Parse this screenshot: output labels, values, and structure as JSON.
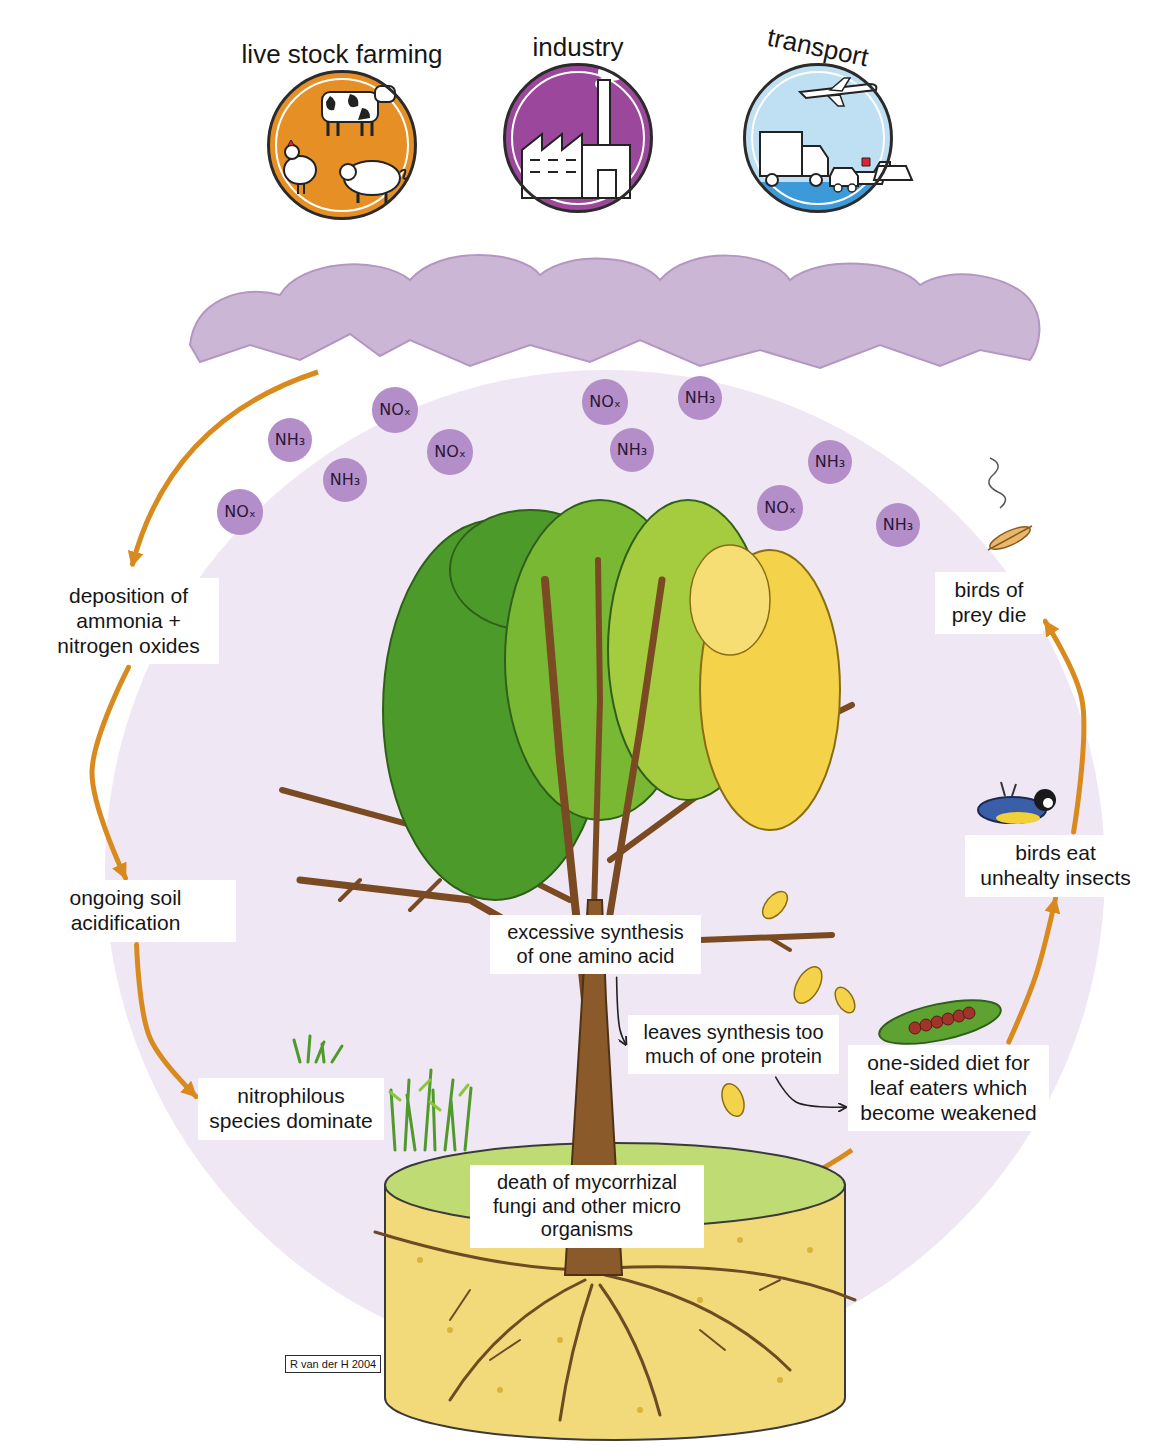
{
  "diagram": {
    "nodes": [
      {
        "text": [
          "live stock farming"
        ]
      },
      {
        "text": [
          "industry"
        ]
      },
      {
        "text": [
          "transport"
        ]
      },
      {
        "text": [
          "NOₓ"
        ]
      },
      {
        "text": [
          "NOₓ"
        ]
      },
      {
        "text": [
          "NH₃"
        ]
      },
      {
        "text": [
          "NH₃"
        ]
      },
      {
        "text": [
          "NOₓ"
        ]
      },
      {
        "text": [
          "NH₃"
        ]
      },
      {
        "text": [
          "NH₃"
        ]
      },
      {
        "text": [
          "NH₃"
        ]
      },
      {
        "text": [
          "NOₓ"
        ]
      },
      {
        "text": [
          "NOₓ"
        ]
      },
      {
        "text": [
          "NH₃"
        ]
      },
      {
        "text": [
          "deposition of ammonia + nitrogen oxides"
        ]
      },
      {
        "text": [
          "birds of prey die"
        ]
      },
      {
        "text": [
          "birds eat unhealty insects"
        ]
      },
      {
        "text": [
          "ongoing soil acidification"
        ]
      },
      {
        "text": [
          "excessive synthesis of one amino acid"
        ]
      },
      {
        "text": [
          "leaves synthesis too much of one protein"
        ]
      },
      {
        "text": [
          "one-sided diet for leaf eaters which become weakened"
        ]
      },
      {
        "text": [
          "nitrophilous species dominate"
        ]
      },
      {
        "text": [
          "death of mycorrhizal fungi and other micro organisms"
        ]
      },
      {
        "text": [
          "R van der H 2004"
        ]
      }
    ],
    "edges": [
      {
        "from": 14,
        "to": 17,
        "arrow": "to"
      },
      {
        "from": 17,
        "to": 21,
        "arrow": "to"
      },
      {
        "from": 18,
        "to": 19,
        "arrow": "to"
      },
      {
        "from": 19,
        "to": 20,
        "arrow": "to"
      },
      {
        "from": 20,
        "to": 16,
        "arrow": "to"
      },
      {
        "from": 16,
        "to": 15,
        "arrow": "to"
      }
    ]
  }
}
